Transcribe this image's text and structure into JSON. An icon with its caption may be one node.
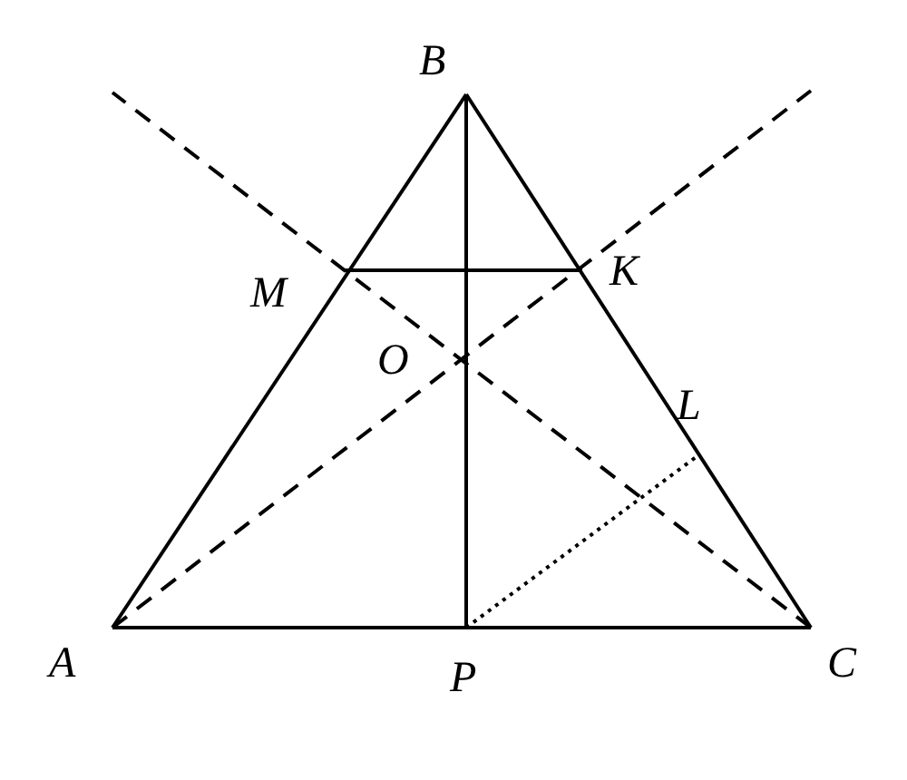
{
  "diagram": {
    "nodes": [
      {
        "text": [
          "B"
        ]
      },
      {
        "text": [
          "M"
        ]
      },
      {
        "text": [
          "K"
        ]
      },
      {
        "text": [
          "O"
        ]
      },
      {
        "text": [
          "L"
        ]
      },
      {
        "text": [
          "A"
        ]
      },
      {
        "text": [
          "P"
        ]
      },
      {
        "text": [
          "C"
        ]
      }
    ],
    "edges": [
      {
        "from": 5,
        "to": 0,
        "arrow": "none"
      },
      {
        "from": 0,
        "to": 7,
        "arrow": "none"
      },
      {
        "from": 5,
        "to": 7,
        "arrow": "none"
      },
      {
        "from": 0,
        "to": 6,
        "arrow": "none"
      },
      {
        "from": 1,
        "to": 2,
        "arrow": "none"
      },
      {
        "from": 5,
        "to": null,
        "arrow": "none",
        "style": "dashed"
      },
      {
        "from": 7,
        "to": null,
        "arrow": "none",
        "style": "dashed"
      },
      {
        "from": 6,
        "to": 4,
        "arrow": "none",
        "style": "dashed"
      }
    ]
  }
}
